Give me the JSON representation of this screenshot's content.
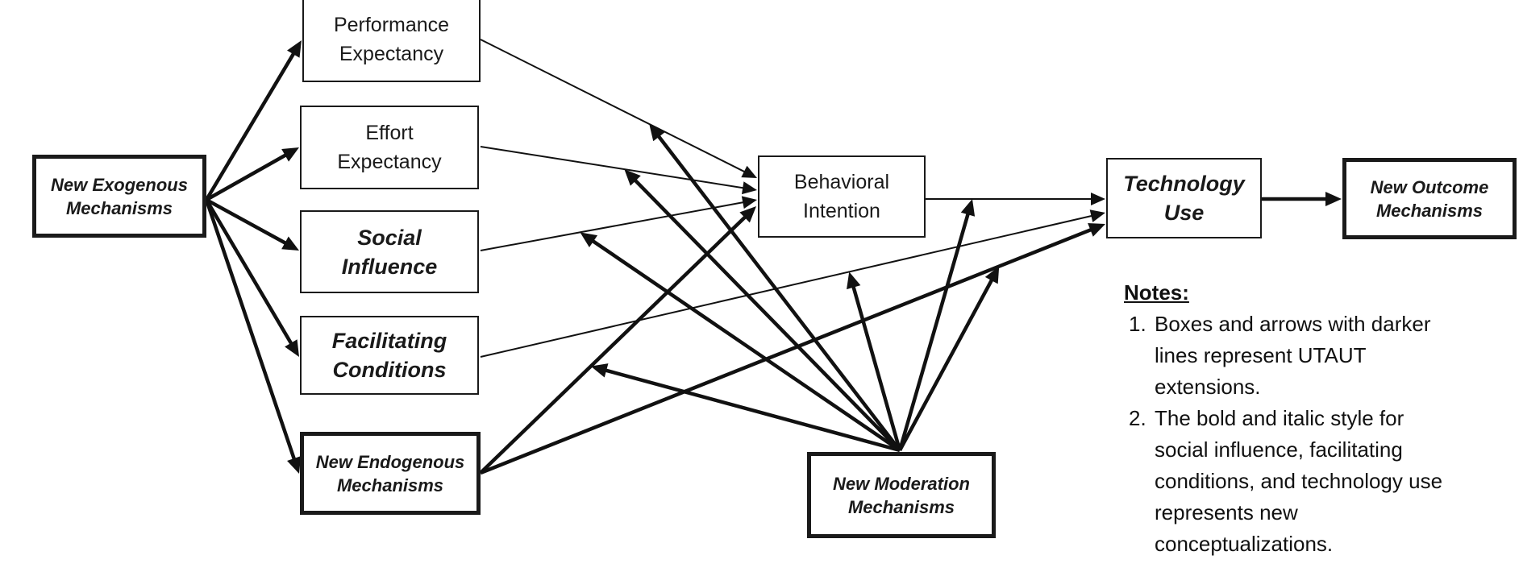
{
  "diagram": {
    "nodes": [
      {
        "id": "exo",
        "label": "New Exogenous\nMechanisms",
        "style": "extension"
      },
      {
        "id": "pe",
        "label": "Performance\nExpectancy",
        "style": "original"
      },
      {
        "id": "ee",
        "label": "Effort\nExpectancy",
        "style": "original"
      },
      {
        "id": "si",
        "label": "Social\nInfluence",
        "style": "new-conceptualization"
      },
      {
        "id": "fc",
        "label": "Facilitating\nConditions",
        "style": "new-conceptualization"
      },
      {
        "id": "endo",
        "label": "New Endogenous\nMechanisms",
        "style": "extension"
      },
      {
        "id": "bi",
        "label": "Behavioral\nIntention",
        "style": "original"
      },
      {
        "id": "tu",
        "label": "Technology\nUse",
        "style": "new-conceptualization"
      },
      {
        "id": "out",
        "label": "New Outcome\nMechanisms",
        "style": "extension"
      },
      {
        "id": "mod",
        "label": "New Moderation\nMechanisms",
        "style": "extension"
      }
    ],
    "edges": [
      {
        "from": "exo",
        "to": "pe",
        "weight": "thick"
      },
      {
        "from": "exo",
        "to": "ee",
        "weight": "thick"
      },
      {
        "from": "exo",
        "to": "si",
        "weight": "thick"
      },
      {
        "from": "exo",
        "to": "fc",
        "weight": "thick"
      },
      {
        "from": "exo",
        "to": "endo",
        "weight": "thick"
      },
      {
        "from": "pe",
        "to": "bi",
        "weight": "thin"
      },
      {
        "from": "ee",
        "to": "bi",
        "weight": "thin"
      },
      {
        "from": "si",
        "to": "bi",
        "weight": "thin"
      },
      {
        "from": "fc",
        "to": "tu",
        "weight": "thin"
      },
      {
        "from": "endo",
        "to": "bi",
        "weight": "thick"
      },
      {
        "from": "endo",
        "to": "tu",
        "weight": "thick"
      },
      {
        "from": "bi",
        "to": "tu",
        "weight": "thin"
      },
      {
        "from": "tu",
        "to": "out",
        "weight": "thick"
      }
    ],
    "moderations": [
      {
        "from": "mod",
        "on_edge": "pe->bi"
      },
      {
        "from": "mod",
        "on_edge": "ee->bi"
      },
      {
        "from": "mod",
        "on_edge": "si->bi"
      },
      {
        "from": "mod",
        "on_edge": "endo->bi"
      },
      {
        "from": "mod",
        "on_edge": "fc->tu"
      },
      {
        "from": "mod",
        "on_edge": "bi->tu"
      },
      {
        "from": "mod",
        "on_edge": "endo->tu"
      }
    ]
  },
  "notes": {
    "title": "Notes:",
    "items": [
      {
        "num": "1.",
        "lines": [
          "Boxes and arrows with darker",
          "lines represent UTAUT",
          "extensions."
        ]
      },
      {
        "num": "2.",
        "lines": [
          "The bold and italic style for",
          "social influence, facilitating",
          "conditions, and technology use",
          "represents new",
          "conceptualizations."
        ]
      }
    ]
  }
}
